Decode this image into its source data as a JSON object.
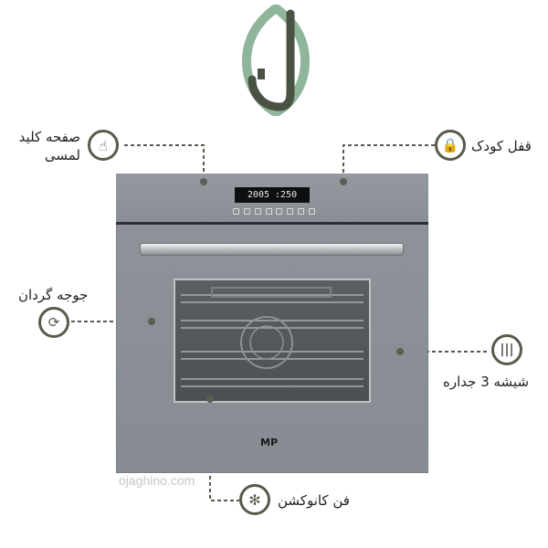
{
  "features": {
    "touch_panel": {
      "line1": "صفحه کلید",
      "line2": "لمسی",
      "icon": "touch-hand-icon"
    },
    "child_lock": {
      "label": "قفل کودک",
      "icon": "child-lock-icon"
    },
    "rotisserie": {
      "label": "جوجه گردان",
      "icon": "rotisserie-icon"
    },
    "triple_glass": {
      "label": "شیشه 3 جداره",
      "icon": "triple-glass-icon"
    },
    "convection_fan": {
      "label": "فن کانوکشن",
      "icon": "convection-fan-icon"
    }
  },
  "oven": {
    "display_text": "2005 :250",
    "brand": "MP"
  },
  "watermark": "ojaghino.com",
  "colors": {
    "accent_dark": "#555c4c",
    "logo_green": "#7fa88a",
    "logo_dark": "#4a5244"
  }
}
